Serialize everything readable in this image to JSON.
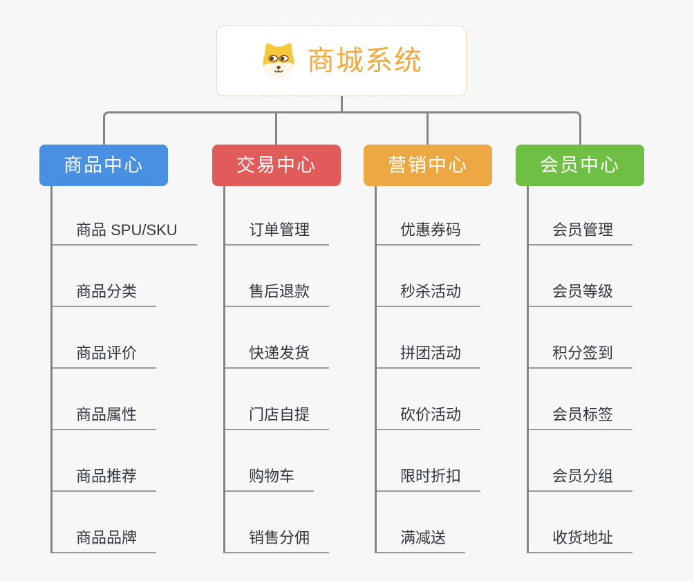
{
  "canvas": {
    "background": "#f7f7f8",
    "connector_color": "#858585"
  },
  "root": {
    "title": "商城系统",
    "icon": "shiba-dog-icon",
    "text_color": "#f2a93e",
    "border_color": "#f3b569"
  },
  "branches": [
    {
      "label": "商品中心",
      "color": "#4a90e2",
      "children": [
        "商品 SPU/SKU",
        "商品分类",
        "商品评价",
        "商品属性",
        "商品推荐",
        "商品品牌"
      ]
    },
    {
      "label": "交易中心",
      "color": "#e25b5b",
      "children": [
        "订单管理",
        "售后退款",
        "快递发货",
        "门店自提",
        "购物车",
        "销售分佣"
      ]
    },
    {
      "label": "营销中心",
      "color": "#eba843",
      "children": [
        "优惠券码",
        "秒杀活动",
        "拼团活动",
        "砍价活动",
        "限时折扣",
        "满减送"
      ]
    },
    {
      "label": "会员中心",
      "color": "#6fbf44",
      "children": [
        "会员管理",
        "会员等级",
        "积分签到",
        "会员标签",
        "会员分组",
        "收货地址"
      ]
    }
  ]
}
